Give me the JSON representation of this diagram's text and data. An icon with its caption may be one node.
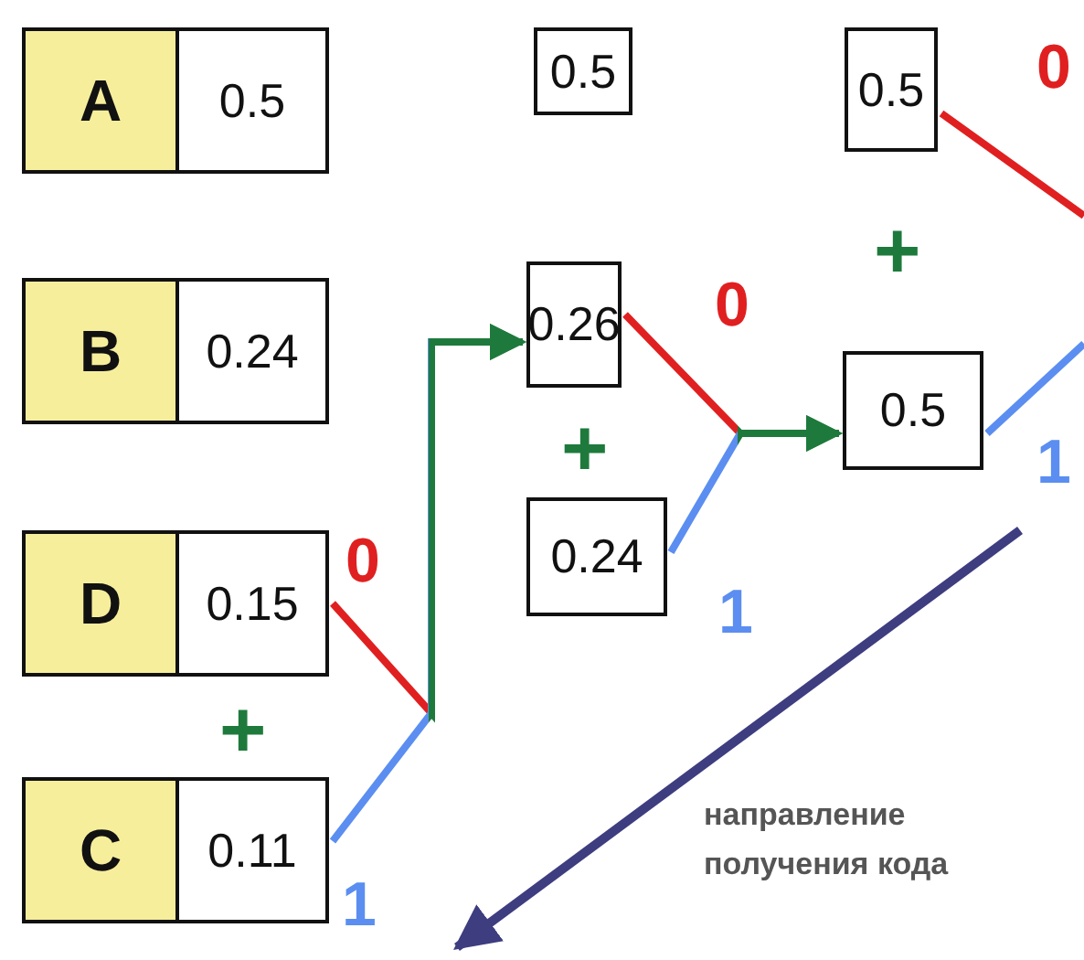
{
  "diagram": {
    "nodes": [
      {
        "text": [
          "A"
        ]
      },
      {
        "text": [
          "0.5"
        ]
      },
      {
        "text": [
          "B"
        ]
      },
      {
        "text": [
          "0.24"
        ]
      },
      {
        "text": [
          "D"
        ]
      },
      {
        "text": [
          "0.15"
        ]
      },
      {
        "text": [
          "C"
        ]
      },
      {
        "text": [
          "0.11"
        ]
      },
      {
        "text": [
          "0.5"
        ]
      },
      {
        "text": [
          "0.26"
        ]
      },
      {
        "text": [
          "0.24"
        ]
      },
      {
        "text": [
          "0.5"
        ]
      },
      {
        "text": [
          "0.5"
        ]
      }
    ],
    "edges": [
      {
        "from": 5,
        "to": 9,
        "arrow": "to",
        "label": "0",
        "color": "#e02020"
      },
      {
        "from": 7,
        "to": 9,
        "arrow": "to",
        "label": "1",
        "color": "#5b8ef0"
      },
      {
        "from": 9,
        "to": 12,
        "arrow": "to",
        "label": "0",
        "color": "#e02020"
      },
      {
        "from": 10,
        "to": 12,
        "arrow": "to",
        "label": "1",
        "color": "#5b8ef0"
      },
      {
        "from": 11,
        "to": null,
        "arrow": "none",
        "label": "0",
        "color": "#e02020"
      },
      {
        "from": 12,
        "to": null,
        "arrow": "none",
        "label": "1",
        "color": "#5b8ef0"
      }
    ],
    "labels": [
      "+",
      "+",
      "+",
      "направление получения кода"
    ]
  }
}
